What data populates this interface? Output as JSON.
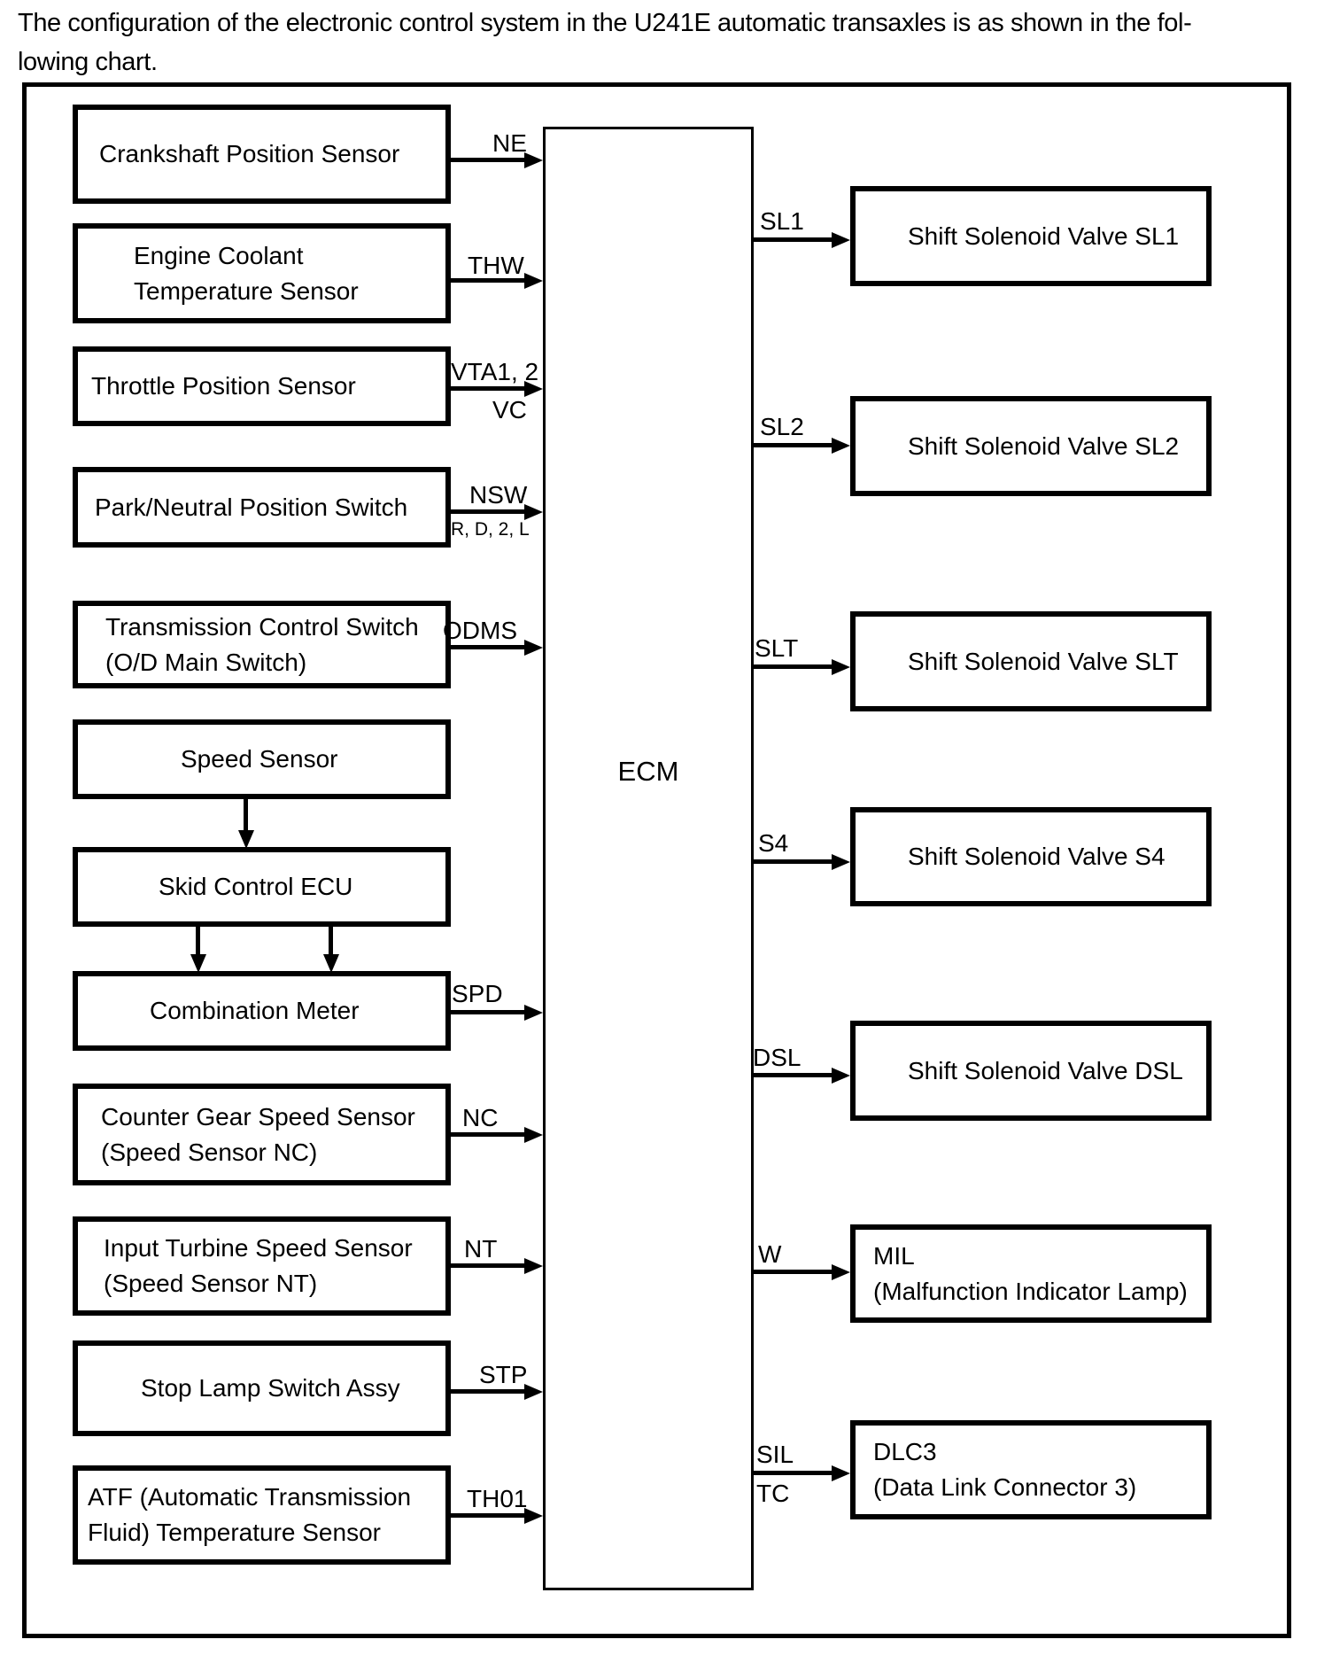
{
  "header": {
    "text": "The configuration of the electronic control system in the U241E automatic transaxles is as shown in the fol-\nlowing chart."
  },
  "colors": {
    "ink": "#000000",
    "background": "#ffffff"
  },
  "ecm": {
    "label": "ECM"
  },
  "inputs": [
    {
      "label": "Crankshaft Position Sensor",
      "signal": "NE"
    },
    {
      "label": "Engine Coolant\nTemperature Sensor",
      "signal": "THW"
    },
    {
      "label": "Throttle Position Sensor",
      "signal": "VTA1, 2",
      "signal_sub": "VC"
    },
    {
      "label": "Park/Neutral Position Switch",
      "signal": "NSW",
      "signal_sub": "R, D, 2, L"
    },
    {
      "label": "Transmission Control Switch\n(O/D Main Switch)",
      "signal": "ODMS"
    },
    {
      "label": "Speed Sensor"
    },
    {
      "label": "Skid Control ECU"
    },
    {
      "label": "Combination Meter",
      "signal": "SPD"
    },
    {
      "label": "Counter Gear Speed Sensor\n(Speed Sensor NC)",
      "signal": "NC"
    },
    {
      "label": "Input Turbine Speed Sensor\n(Speed Sensor NT)",
      "signal": "NT"
    },
    {
      "label": "Stop Lamp Switch Assy",
      "signal": "STP"
    },
    {
      "label": "ATF (Automatic Transmission\nFluid) Temperature Sensor",
      "signal": "TH01"
    }
  ],
  "outputs": [
    {
      "label": "Shift Solenoid Valve SL1",
      "signal": "SL1"
    },
    {
      "label": "Shift Solenoid Valve SL2",
      "signal": "SL2"
    },
    {
      "label": "Shift Solenoid Valve SLT",
      "signal": "SLT"
    },
    {
      "label": "Shift Solenoid Valve S4",
      "signal": "S4"
    },
    {
      "label": "Shift Solenoid Valve DSL",
      "signal": "DSL"
    },
    {
      "label": "MIL\n(Malfunction Indicator Lamp)",
      "signal": "W"
    },
    {
      "label": "DLC3\n(Data Link Connector 3)",
      "signal": "SIL",
      "signal_sub": "TC"
    }
  ],
  "internal_links": [
    {
      "from": "Speed Sensor",
      "to": "Skid Control ECU"
    },
    {
      "from": "Skid Control ECU",
      "to": "Combination Meter"
    }
  ]
}
